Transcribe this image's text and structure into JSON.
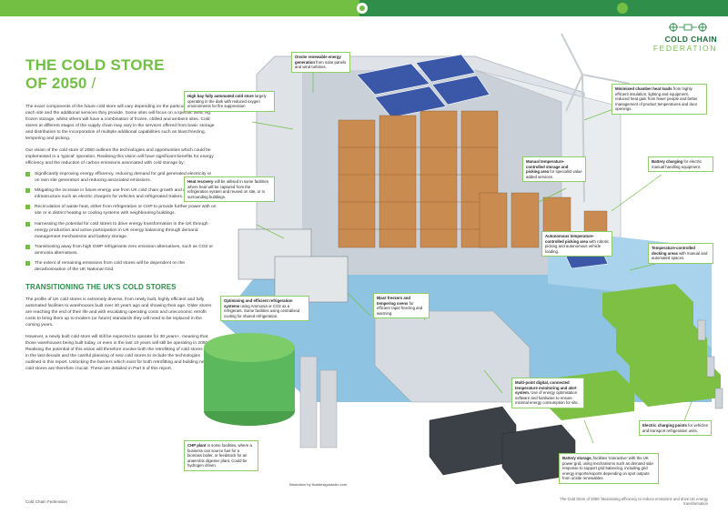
{
  "header": {
    "logo_line1": "COLD CHAIN",
    "logo_line2": "FEDERATION"
  },
  "title": {
    "line1": "THE COLD STORE",
    "line2": "OF 2050",
    "slash": "/"
  },
  "intro": [
    "The exact components of the future cold store will vary depending on the particular operation of each site and the additional services they provide. Some sites will focus on a specific area, eg. frozen storage, whilst others will have a combination of frozen, chilled and ambient sites. Cold stores at different stages of the supply chain may vary in the services offered from basic storage and distribution to the incorporation of multiple additional capabilities such as blast freezing, tempering and picking.",
    "Our vision of the cold store of 2050 outlines the technologies and opportunities which could be implemented in a 'typical' operation. Realising this vision will have significant benefits for energy efficiency and the reduction of carbon emissions associated with cold storage by:"
  ],
  "bullets": [
    "Significantly improving energy efficiency, reducing demand for grid generated electricity or on own site generation and reducing associated emissions.",
    "Mitigating the increase in future energy use from UK cold chain growth and additional infrastructure such as electric chargers for vehicles and refrigerated trailers.",
    "Recirculation of waste heat, either from refrigeration or CHP to provide further power with on site or in district heating or cooling systems with neighbouring buildings.",
    "Harnessing the potential for cold stores to drive energy transformation in the UK through energy production and active participation in UK energy balancing through demand management mechanisms and battery storage.",
    "Transitioning away from high GWP refrigerants zero emission alternatives, such as CO2 or ammonia alternatives.",
    "The extent of remaining emissions from cold stores will be dependent on the decarbonisation of the UK National Grid."
  ],
  "section2": {
    "heading": "TRANSITIONING THE UK'S COLD STORES",
    "paras": [
      "The profile of UK cold stores is extremely diverse, from newly built, highly efficient and fully automated facilities to warehouses built over 40 years ago and showing their age. Older stores are reaching the end of their life and with escalating operating costs and uneconomic retrofit costs to bring them up to modern (or future) standards they will need to be replaced in the coming years.",
      "However, a newly built cold store will still be expected to operate for 30 years+, meaning that those warehouses being built today, or even in the last 10 years will still be operating in 2050. Realising the potential of this vision will therefore involve both the retrofitting of cold stores built in the last decade and the careful planning of new cold stores to include the technologies outlined in this report. Unlocking the barriers which exist for both retrofitting and building new cold stores are therefore crucial. These are detailed in Part 5 of this report."
    ]
  },
  "footer": {
    "left": "Cold Chain Federation",
    "right": "The Cold Store of 2050: Maximising efficiency to reduce emissions and drive UK energy transformation"
  },
  "credit": "Illustration by fluiddesignstudio.com",
  "callouts": {
    "onsite": {
      "bold": "Onsite renewable energy generation",
      "text": " from solar panels and wind turbines."
    },
    "highbay": {
      "bold": "High bay fully automated cold store",
      "text": " largely operating in the dark with reduced oxygen environments for fire suppression"
    },
    "heat": {
      "bold": "Heat recovery",
      "text": " will be utilised in some facilities where heat will be captured from the refrigeration system and reused on site, or in surrounding buildings."
    },
    "minimised": {
      "bold": "Minimised chamber heat loads",
      "text": " from highly efficient insulation, lighting and equipment, reduced heat gain from fewer people and better management of product temperatures and door openings."
    },
    "manual": {
      "bold": "Manual temperature-controlled storage and picking area",
      "text": " for specialist value added services."
    },
    "battery_charging": {
      "bold": "Battery charging",
      "text": " for electric manual handling equipment."
    },
    "autonomous": {
      "bold": "Autonomous temperature-controlled picking area",
      "text": " with robotic picking and autonomous vehicle loading."
    },
    "docking": {
      "bold": "Temperature-controlled docking areas",
      "text": " with manual and automated spaces."
    },
    "optimising": {
      "bold": "Optimising and efficient refrigeration systems",
      "text": " using Ammonia or CO2 as a refrigerant. Some facilities using centralised cooling for shared refrigeration."
    },
    "blast": {
      "bold": "Blast freezers and tempering ovens",
      "text": " for efficient rapid freezing and warming."
    },
    "multipoint": {
      "bold": "Multi-point digital, connected temperature monitoring and alert system.",
      "text": " Use of energy optimisation software and hardware to ensure minimal energy consumption for site."
    },
    "chp": {
      "bold": "CHP plant",
      "text": " in some facilities, where a business can source fuel for a biomass boiler, or feedstock for an anaerobic digester plant. Could be hydrogen driven."
    },
    "electric": {
      "bold": "Electric charging points",
      "text": " for vehicles and transport refrigeration units."
    },
    "battery_storage": {
      "bold": "Battery storage,",
      "text": " facilities 'interactive' with the UK power grid, using mechanisms such as demand side response to support grid balancing, including grid energy imports/exports depending on spot outputs from onsite renewables."
    }
  },
  "colors": {
    "accent_light": "#72bf44",
    "accent_dark": "#2e8e4a",
    "building_wall": "#d9dde3",
    "building_floor": "#7fb7d9"
  }
}
